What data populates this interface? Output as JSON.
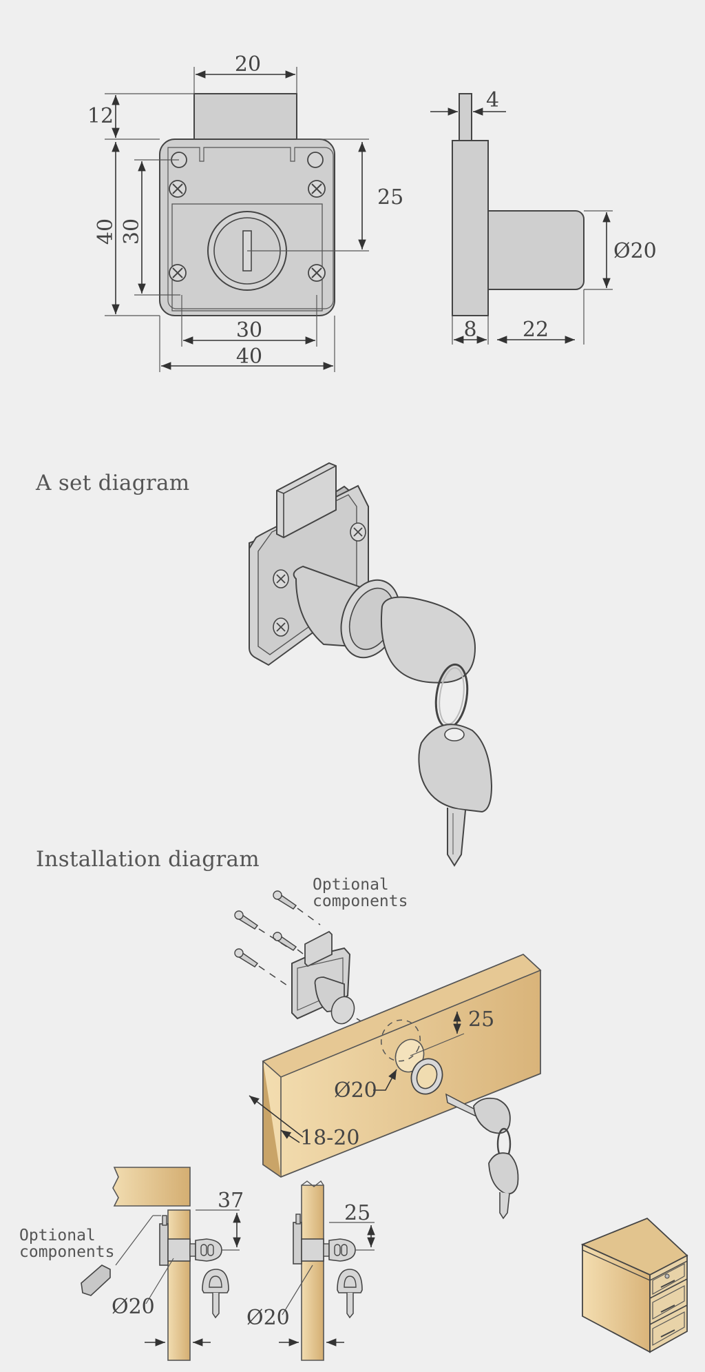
{
  "sections": {
    "set_title": "A set diagram",
    "install_title": "Installation diagram"
  },
  "front_view": {
    "top_width": "20",
    "top_height": "12",
    "body_height": "40",
    "hole_spacing_v": "30",
    "keyhole_offset": "25",
    "hole_spacing_h": "30",
    "body_width": "40"
  },
  "side_view": {
    "bolt_width": "4",
    "cylinder_diameter": "Ø20",
    "plate_thickness": "8",
    "cylinder_length": "22"
  },
  "installation": {
    "optional_line1": "Optional",
    "optional_line2": "components",
    "offset": "25",
    "hole_diameter": "Ø20",
    "board_thickness": "18-20"
  },
  "details": {
    "left_offset": "37",
    "left_optional_line1": "Optional",
    "left_optional_line2": "components",
    "left_diameter": "Ø20",
    "right_offset": "25",
    "right_diameter": "Ø20"
  },
  "colors": {
    "background": "#efefef",
    "metal": "#cfcfcf",
    "wood_light": "#f3ddb0",
    "wood_dark": "#d9b47a"
  }
}
